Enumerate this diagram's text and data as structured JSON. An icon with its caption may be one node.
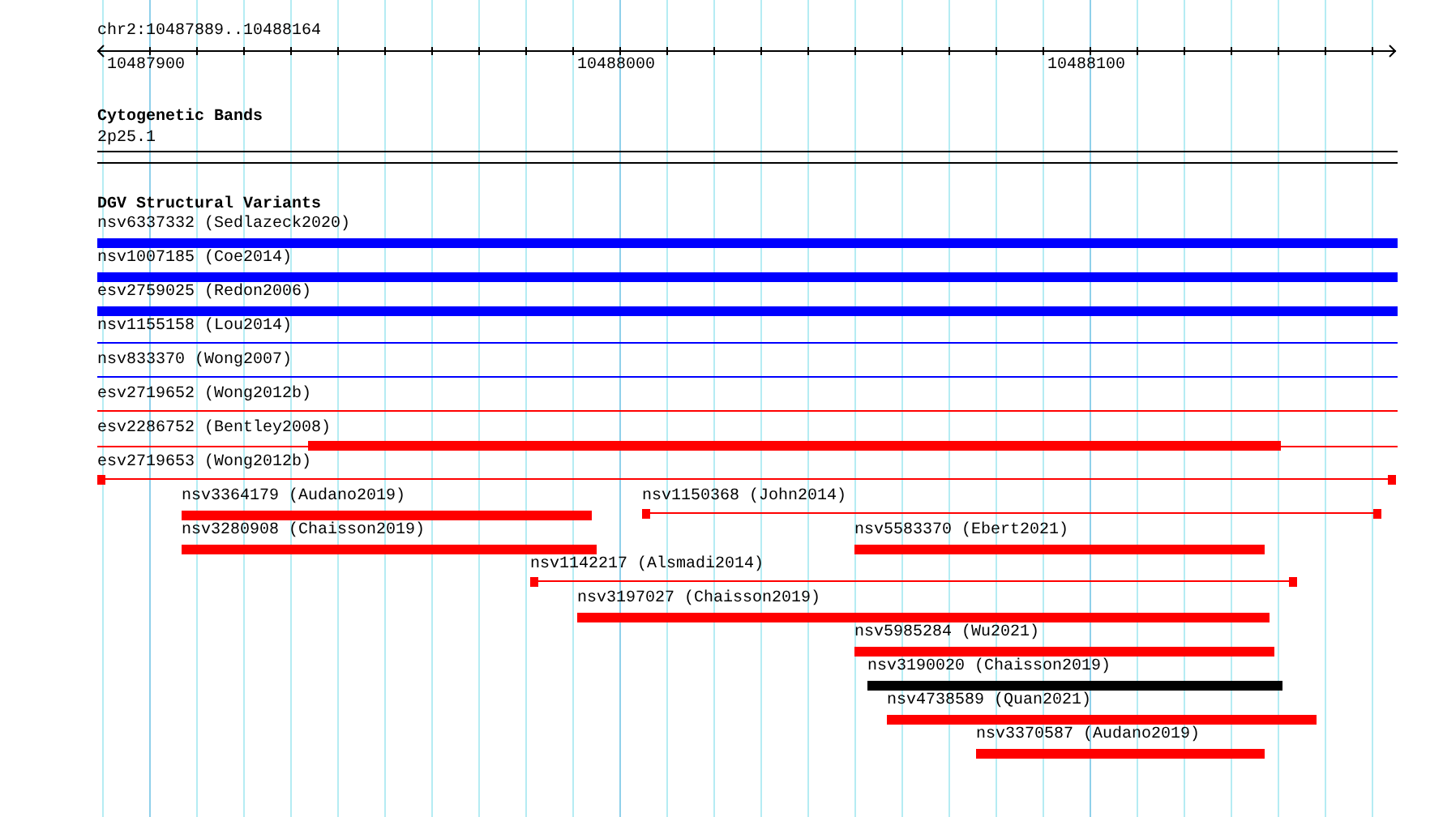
{
  "diagram": {
    "nodes": [
      {
        "text": [
          "nsv6337332 (Sedlazeck2020)"
        ]
      },
      {
        "text": [
          "nsv1007185 (Coe2014)"
        ]
      },
      {
        "text": [
          "esv2759025 (Redon2006)"
        ]
      },
      {
        "text": [
          "nsv1155158 (Lou2014)"
        ]
      },
      {
        "text": [
          "nsv833370 (Wong2007)"
        ]
      },
      {
        "text": [
          "esv2719652 (Wong2012b)"
        ]
      },
      {
        "text": [
          "esv2286752 (Bentley2008)"
        ]
      },
      {
        "text": [
          "esv2719653 (Wong2012b)"
        ]
      },
      {
        "text": [
          "nsv3364179 (Audano2019)"
        ]
      },
      {
        "text": [
          "nsv1150368 (John2014)"
        ]
      },
      {
        "text": [
          "nsv3280908 (Chaisson2019)"
        ]
      },
      {
        "text": [
          "nsv5583370 (Ebert2021)"
        ]
      },
      {
        "text": [
          "nsv1142217 (Alsmadi2014)"
        ]
      },
      {
        "text": [
          "nsv3197027 (Chaisson2019)"
        ]
      },
      {
        "text": [
          "nsv5985284 (Wu2021)"
        ]
      },
      {
        "text": [
          "nsv3190020 (Chaisson2019)"
        ]
      },
      {
        "text": [
          "nsv4738589 (Quan2021)"
        ]
      },
      {
        "text": [
          "nsv3370587 (Audano2019)"
        ]
      }
    ],
    "labels": [
      "chr2:10487889..10488164",
      "10487900",
      "10488000",
      "10488100",
      "Cytogenetic Bands",
      "2p25.1",
      "DGV Structural Variants"
    ]
  }
}
